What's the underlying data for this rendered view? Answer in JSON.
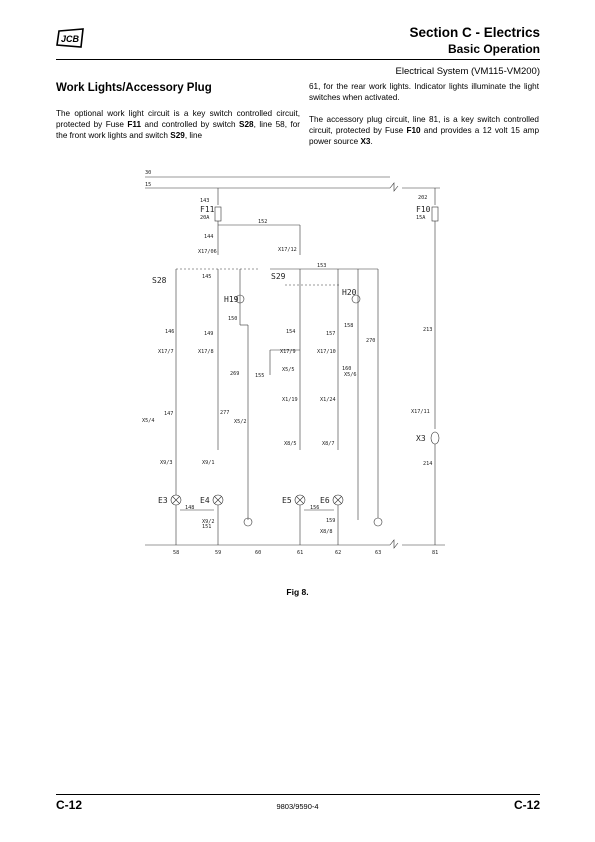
{
  "header": {
    "logo_text": "JCB",
    "section": "Section C - Electrics",
    "subsection": "Basic Operation",
    "system": "Electrical System (VM115-VM200)"
  },
  "article": {
    "heading": "Work Lights/Accessory Plug",
    "p1": [
      "The optional work light circuit is a key switch controlled circuit, protected by Fuse ",
      "F11",
      " and controlled by switch ",
      "S28",
      ", line 58, for the front work lights and switch ",
      "S29",
      ", line 61, for the rear work lights. Indicator lights illuminate the light switches when activated."
    ],
    "p2": [
      "The accessory plug circuit, line 81, is a key switch controlled circuit, protected by Fuse ",
      "F10",
      " and provides a 12 volt 15 amp power source ",
      "X3",
      "."
    ]
  },
  "diagram": {
    "top_wires": [
      "30",
      "15"
    ],
    "fuses": [
      "F11",
      "20A",
      "F10",
      "15A"
    ],
    "switches": [
      "S28",
      "S29"
    ],
    "indicators": [
      "H19",
      "H20"
    ],
    "lamps": [
      "E3",
      "E4",
      "E5",
      "E6"
    ],
    "accessory_socket": "X3",
    "wire_numbers": [
      "143",
      "144",
      "145",
      "146",
      "147",
      "148",
      "149",
      "150",
      "151",
      "152",
      "153",
      "154",
      "155",
      "156",
      "157",
      "158",
      "159",
      "160",
      "202",
      "213",
      "214",
      "269",
      "270",
      "277"
    ],
    "connectors": [
      "X17/06",
      "X17/12",
      "X17/7",
      "X17/8",
      "X17/9",
      "X17/10",
      "X17/11",
      "X5/4",
      "X5/2",
      "X5/5",
      "X5/6",
      "X1/19",
      "X1/24",
      "X9/3",
      "X9/1",
      "X9/2",
      "X8/5",
      "X8/7",
      "X8/8"
    ],
    "lines": [
      "58",
      "59",
      "60",
      "61",
      "62",
      "63",
      "81"
    ]
  },
  "caption": "Fig 8.",
  "footer": {
    "page_left": "C-12",
    "doc_number": "9803/9590-4",
    "page_right": "C-12"
  }
}
